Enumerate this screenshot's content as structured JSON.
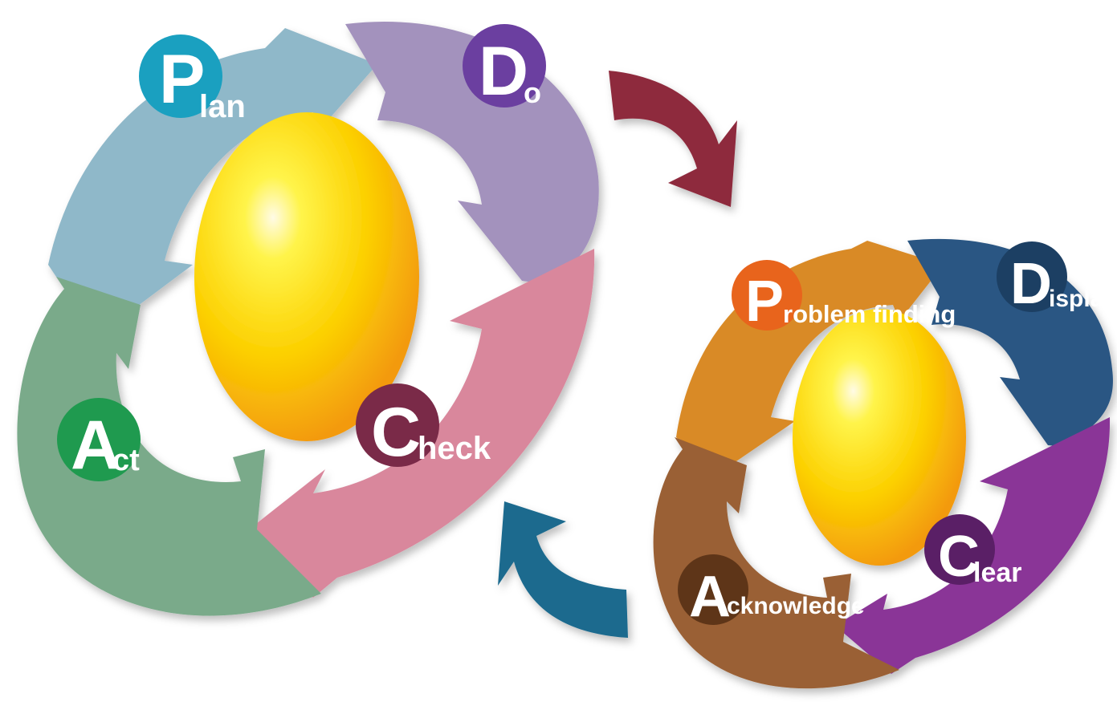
{
  "pdca": {
    "plan": {
      "letter": "P",
      "rest": "lan"
    },
    "do": {
      "letter": "D",
      "rest": "o"
    },
    "check": {
      "letter": "C",
      "rest": "heck"
    },
    "act": {
      "letter": "A",
      "rest": "ct"
    }
  },
  "pdca_colors": {
    "plan_segment": "#8fb8c9",
    "plan_badge": "#1aa0c0",
    "do_segment": "#a392bd",
    "do_badge": "#6b3fa0",
    "check_segment": "#d9879c",
    "check_badge": "#7a2a48",
    "act_segment": "#7aaa8a",
    "act_badge": "#1f9a4f"
  },
  "pdca2": {
    "problem": {
      "letter": "P",
      "rest": "roblem finding"
    },
    "display": {
      "letter": "D",
      "rest": "isplay"
    },
    "clear": {
      "letter": "C",
      "rest": "lear"
    },
    "acknowledge": {
      "letter": "A",
      "rest": "cknowledge"
    }
  },
  "pdca2_colors": {
    "problem_segment": "#d98a25",
    "problem_badge": "#e8641c",
    "display_segment": "#2b5783",
    "display_badge": "#1c3f63",
    "clear_segment": "#8a3597",
    "clear_badge": "#5a1f66",
    "acknowledge_segment": "#9a6034",
    "acknowledge_badge": "#5e3518"
  },
  "connector_colors": {
    "to_right": "#8e2a3c",
    "to_left": "#1a6a8e"
  }
}
